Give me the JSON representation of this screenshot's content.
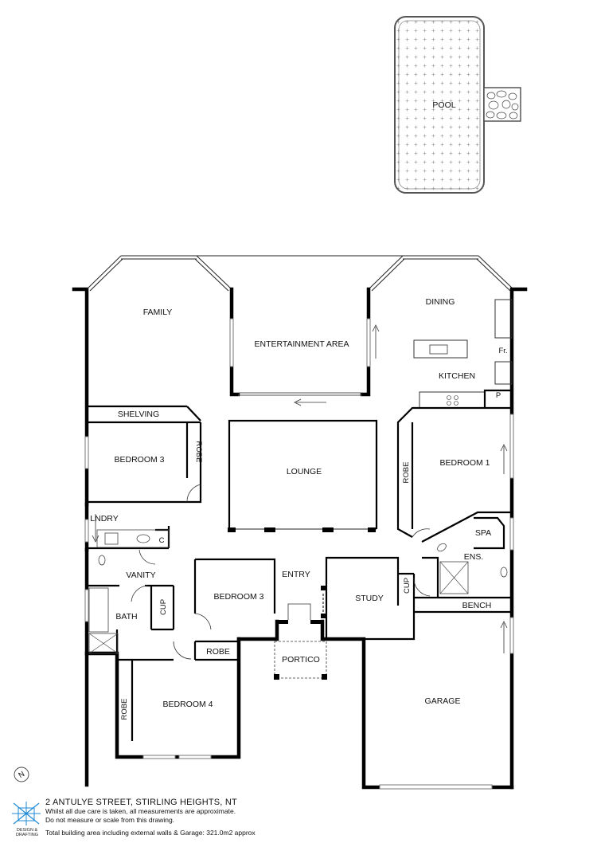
{
  "rooms": {
    "pool": "POOL",
    "family": "FAMILY",
    "entertainment": "ENTERTAINMENT AREA",
    "dining": "DINING",
    "kitchen": "KITCHEN",
    "fridge": "Fr.",
    "pantry": "P",
    "shelving": "SHELVING",
    "bedroom3_top": "BEDROOM 3",
    "robe_b3": "ROBE",
    "lounge": "LOUNGE",
    "robe_b1": "ROBE",
    "bedroom1": "BEDROOM 1",
    "lndry": "LNDRY",
    "c": "C",
    "spa": "SPA",
    "ens": "ENS.",
    "vanity": "VANITY",
    "entry": "ENTRY",
    "bedroom3_mid": "BEDROOM 3",
    "study": "STUDY",
    "cup_study": "CUP",
    "bench": "BENCH",
    "bath": "BATH",
    "cup_bath": "CUP",
    "robe_b3b": "ROBE",
    "portico": "PORTICO",
    "garage": "GARAGE",
    "robe_b4": "ROBE",
    "bedroom4": "BEDROOM 4"
  },
  "footer": {
    "address": "2 ANTULYE STREET, STIRLING HEIGHTS, NT",
    "disclaimer_1": "Whilst all due care is taken, all measurements are approximate.",
    "disclaimer_2": "Do not measure or scale from this drawing.",
    "area": "Total building area including external walls & Garage: 321.0m2 approx"
  },
  "logo": {
    "line1": "DESIGN &",
    "line2": "DRAFTING"
  },
  "compass": "N"
}
